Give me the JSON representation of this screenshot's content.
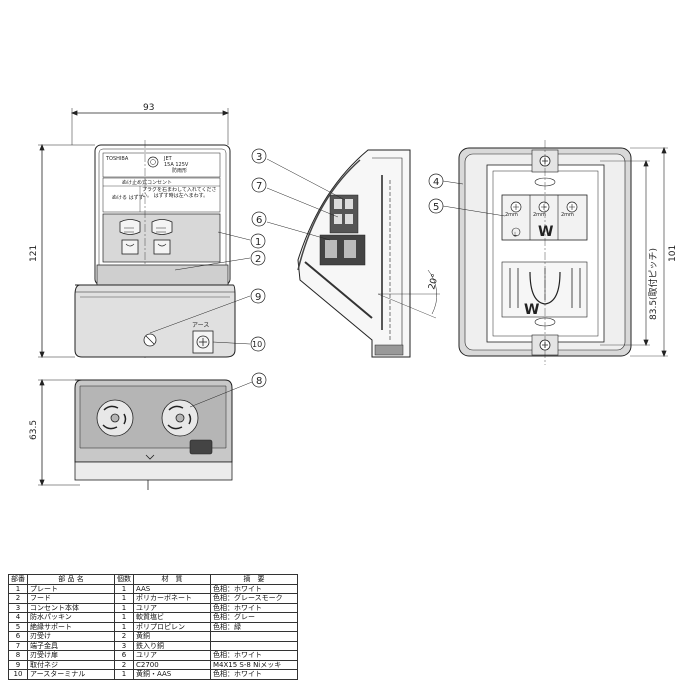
{
  "front_view": {
    "brand": "TOSHIBA",
    "cert_mark": "JET",
    "rating": "15A 125V",
    "type_label": "防雨形",
    "title_strip": "ぬけ止め式コンセント",
    "pull_text": "ぬける はずす",
    "instruction_text": "プラグを右まわして入れてください。 はずす時は左へまわす。",
    "earth_label": "アース",
    "width_dim": "93",
    "height_dim": "121",
    "depth_dim": "63.5"
  },
  "side_view": {
    "angle_label": "20°"
  },
  "back_view": {
    "pitch_dim": "83.5(取付ピッチ)",
    "height_dim": "101",
    "w_label_top": "W",
    "w_label_bottom": "W",
    "terminal_labels": [
      "2mm",
      "2mm",
      "2mm"
    ],
    "earth_symbol": "⏚"
  },
  "callouts": [
    "1",
    "2",
    "3",
    "4",
    "5",
    "6",
    "7",
    "8",
    "9",
    "10"
  ],
  "parts_table": {
    "headers": [
      "部番",
      "部 品 名",
      "個数",
      "材　質",
      "摘　要"
    ],
    "rows": [
      [
        "1",
        "プレート",
        "1",
        "AAS",
        "色相：ホワイト"
      ],
      [
        "2",
        "フード",
        "1",
        "ポリカーボネート",
        "色相：グレースモーク"
      ],
      [
        "3",
        "コンセント本体",
        "1",
        "ユリア",
        "色相：ホワイト"
      ],
      [
        "4",
        "防水パッキン",
        "1",
        "軟質塩ビ",
        "色相：グレー"
      ],
      [
        "5",
        "絶縁サポート",
        "1",
        "ポリプロピレン",
        "色相：緑"
      ],
      [
        "6",
        "刃受け",
        "2",
        "黄銅",
        ""
      ],
      [
        "7",
        "端子金具",
        "3",
        "鉄入り銅",
        ""
      ],
      [
        "8",
        "刃受け扉",
        "6",
        "ユリア",
        "色相：ホワイト"
      ],
      [
        "9",
        "取付ネジ",
        "2",
        "C2700",
        "M4X15 S-8 Niメッキ"
      ],
      [
        "10",
        "アースターミナル",
        "1",
        "黄銅・AAS",
        "色相：ホワイト"
      ]
    ]
  }
}
